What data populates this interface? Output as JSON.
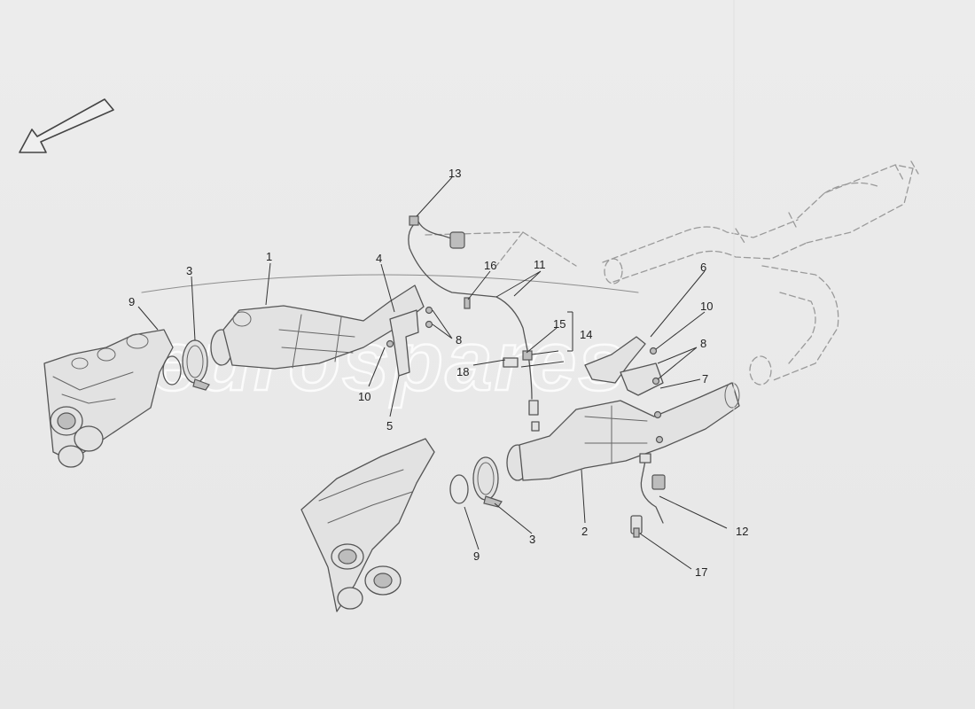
{
  "watermark": "eurospares",
  "callouts": {
    "c1": "1",
    "c2": "2",
    "c3a": "3",
    "c3b": "3",
    "c4": "4",
    "c5": "5",
    "c6": "6",
    "c7": "7",
    "c8a": "8",
    "c8b": "8",
    "c9a": "9",
    "c9b": "9",
    "c10a": "10",
    "c10b": "10",
    "c11": "11",
    "c12": "12",
    "c13": "13",
    "c14": "14",
    "c15": "15",
    "c16": "16",
    "c17": "17",
    "c18": "18"
  },
  "direction_arrow": "arrow-down-left-icon"
}
